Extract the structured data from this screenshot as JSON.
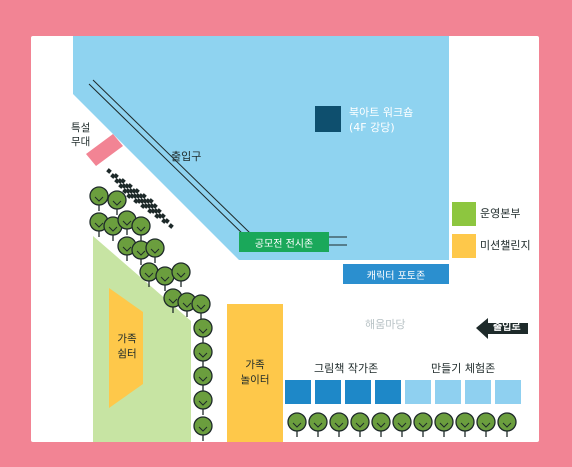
{
  "map": {
    "special_stage": "특설\n무대",
    "entrance": "출입구",
    "book_art_workshop": "북아트 워크숍\n(4F 강당)",
    "contest_exhibition": "공모전 전시존",
    "character_photo": "캐릭터 포토존",
    "haeum_yard": "해움마당",
    "exit": "출입로",
    "family_rest": "가족\n쉼터",
    "family_play": "가족\n놀이터",
    "picture_book_zone": "그림책 작가존",
    "craft_zone": "만들기 체험존"
  },
  "legend": {
    "operations": "운영본부",
    "mission_challenge": "미션챌린지"
  },
  "colors": {
    "background": "#f28494",
    "sky_area": "#8fd3f0",
    "dark_blue": "#0e4f6e",
    "green": "#1aa85a",
    "photo_blue": "#2b8fcf",
    "yellow": "#fec84a",
    "light_green": "#c7e4a3",
    "legend_green": "#8dc63f",
    "booth_dark": "#1e88c8",
    "booth_light": "#8fd0f0",
    "pink_stage": "#f28494"
  }
}
